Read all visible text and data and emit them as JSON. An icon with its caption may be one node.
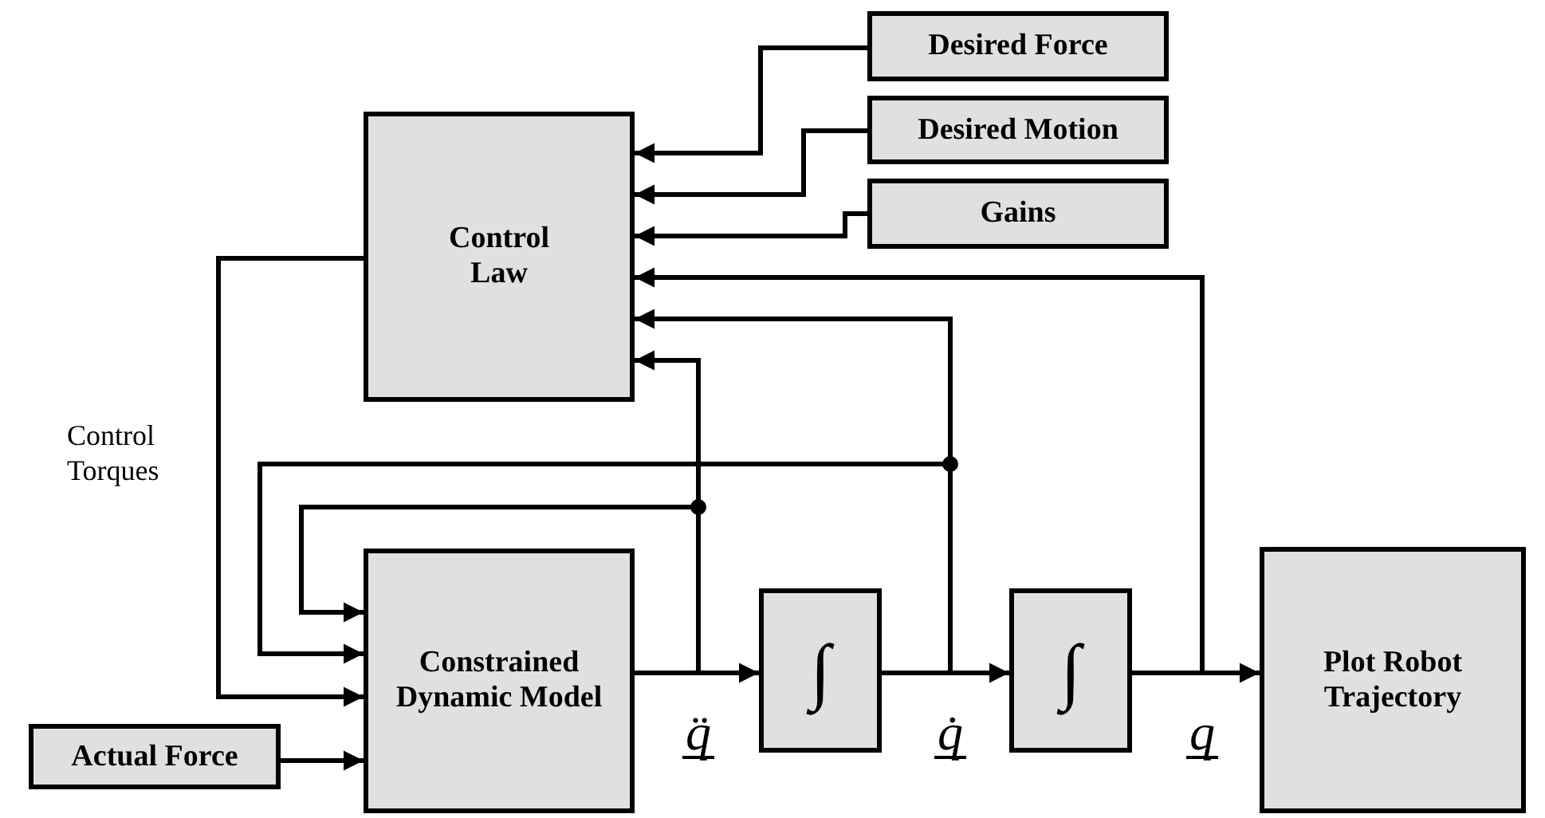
{
  "diagram": {
    "nodes": [
      {
        "text": [
          "Desired Force"
        ]
      },
      {
        "text": [
          "Desired Motion"
        ]
      },
      {
        "text": [
          "Gains"
        ]
      },
      {
        "text": [
          "Control Law"
        ]
      },
      {
        "text": [
          "Constrained Dynamic Model"
        ]
      },
      {
        "text": [
          "Actual Force"
        ]
      },
      {
        "text": [
          "∫"
        ]
      },
      {
        "text": [
          "∫"
        ]
      },
      {
        "text": [
          "Plot Robot Trajectory"
        ]
      }
    ],
    "edges": [
      {
        "from": 0,
        "to": 3,
        "arrow": "to"
      },
      {
        "from": 1,
        "to": 3,
        "arrow": "to"
      },
      {
        "from": 2,
        "to": 3,
        "arrow": "to"
      },
      {
        "from": 3,
        "to": 4,
        "arrow": "to",
        "label": "Control Torques"
      },
      {
        "from": 5,
        "to": 4,
        "arrow": "to"
      },
      {
        "from": 4,
        "to": 6,
        "arrow": "to"
      },
      {
        "from": 4,
        "to": 3,
        "arrow": "to"
      },
      {
        "from": 4,
        "to": 4,
        "arrow": "to"
      },
      {
        "from": 6,
        "to": 7,
        "arrow": "to"
      },
      {
        "from": 6,
        "to": 3,
        "arrow": "to"
      },
      {
        "from": 6,
        "to": 4,
        "arrow": "to"
      },
      {
        "from": 7,
        "to": 8,
        "arrow": "to"
      },
      {
        "from": 7,
        "to": 3,
        "arrow": "to"
      }
    ],
    "labels": [
      "q̈",
      "q̇",
      "q"
    ]
  }
}
